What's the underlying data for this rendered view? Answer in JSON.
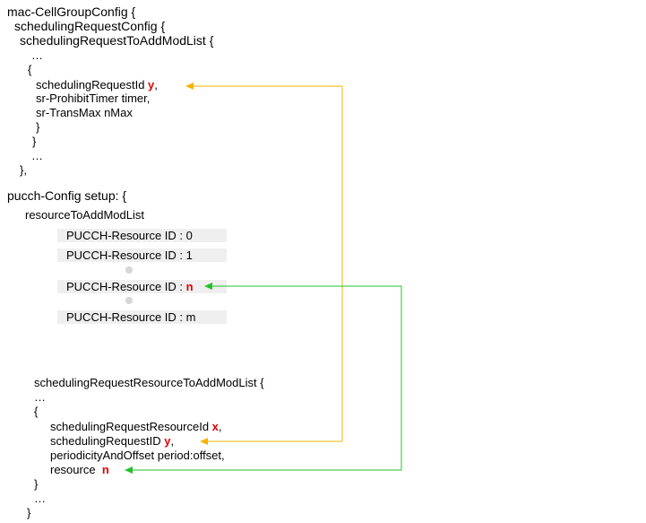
{
  "config": {
    "mac_cell_group": "mac-CellGroupConfig {",
    "sched_req_config": "schedulingRequestConfig {",
    "sched_req_to_add_mod_list": "schedulingRequestToAddModList {",
    "ellipsis": "…",
    "open_brace": "{",
    "close_brace": "}",
    "close_brace_comma": "},",
    "sched_req_id_label": "schedulingRequestId ",
    "sched_req_id_value": "y",
    "comma": ",",
    "sr_prohibit_timer": "sr-ProhibitTimer timer,",
    "sr_trans_max": "sr-TransMax nMax"
  },
  "pucch": {
    "setup": "pucch-Config setup: {",
    "resource_to_add_mod_list": "resourceToAddModList",
    "resources": [
      {
        "label": "PUCCH-Resource ID : ",
        "value": "0"
      },
      {
        "label": "PUCCH-Resource ID : ",
        "value": "1"
      },
      {
        "label": "PUCCH-Resource ID : ",
        "value": "n"
      },
      {
        "label": "PUCCH-Resource ID : ",
        "value": "m"
      }
    ],
    "sr_resource_list": "schedulingRequestResourceToAddModList {",
    "sr_resource_id_label": "schedulingRequestResourceId ",
    "sr_resource_id_value": "x",
    "sr_id_label": "schedulingRequestID ",
    "sr_id_value": "y",
    "periodicity": "periodicityAndOffset period:offset,",
    "resource_label": "resource  ",
    "resource_value": "n"
  },
  "colors": {
    "variable": "#e00000",
    "arrow_y": "#f5b400",
    "arrow_n": "#22c22a",
    "resource_box": "#efefef",
    "ellipsis_dot": "#d6d6d6"
  }
}
